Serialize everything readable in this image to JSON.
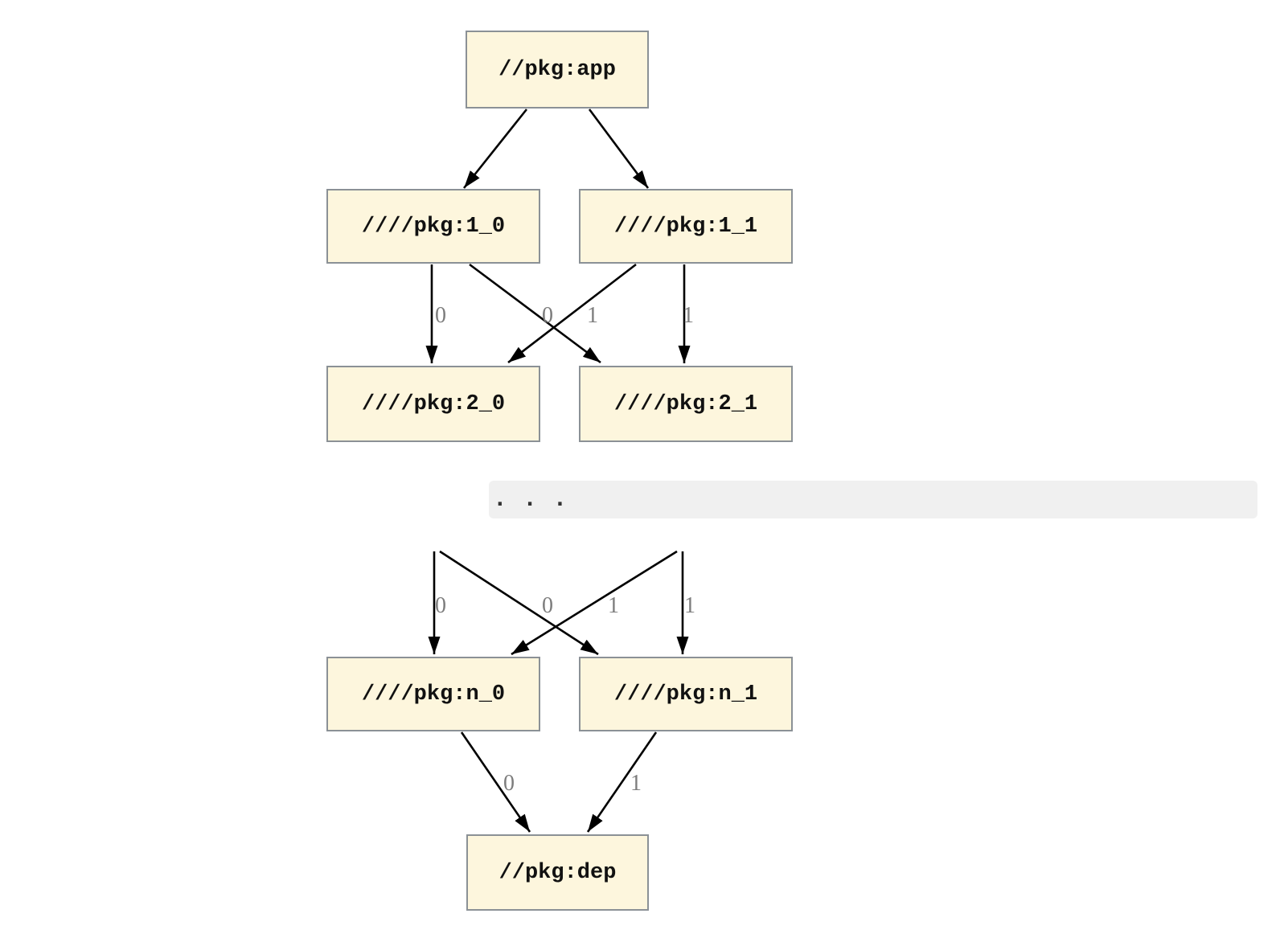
{
  "diagram": {
    "kind": "package-dependency-graph",
    "colors": {
      "background": "#ffffff",
      "node_fill": "#fdf6dd",
      "node_border": "#8b9196",
      "node_text": "#111111",
      "edge": "#000000",
      "edge_label": "#7d7d7d",
      "ellipsis_band_bg": "#f0f0f0",
      "ellipsis_dots": "#333333"
    },
    "nodes": {
      "app": {
        "label": "//pkg:app"
      },
      "l1_0": {
        "label": "////pkg:1_0"
      },
      "l1_1": {
        "label": "////pkg:1_1"
      },
      "l2_0": {
        "label": "////pkg:2_0"
      },
      "l2_1": {
        "label": "////pkg:2_1"
      },
      "ln_0": {
        "label": "////pkg:n_0"
      },
      "ln_1": {
        "label": "////pkg:n_1"
      },
      "dep": {
        "label": "//pkg:dep"
      }
    },
    "ellipsis": {
      "text": ". . ."
    },
    "edges": [
      {
        "from": "//pkg:app",
        "to": "////pkg:1_0",
        "label": ""
      },
      {
        "from": "//pkg:app",
        "to": "////pkg:1_1",
        "label": ""
      },
      {
        "from": "////pkg:1_0",
        "to": "////pkg:2_0",
        "label": "0"
      },
      {
        "from": "////pkg:1_0",
        "to": "////pkg:2_1",
        "label": "1"
      },
      {
        "from": "////pkg:1_1",
        "to": "////pkg:2_0",
        "label": "0"
      },
      {
        "from": "////pkg:1_1",
        "to": "////pkg:2_1",
        "label": "1"
      },
      {
        "from": ". . .",
        "to": "////pkg:n_0",
        "label": "0"
      },
      {
        "from": ". . .",
        "to": "////pkg:n_1",
        "label": "1"
      },
      {
        "from": ". . .",
        "to": "////pkg:n_0",
        "label": "0"
      },
      {
        "from": ". . .",
        "to": "////pkg:n_1",
        "label": "1"
      },
      {
        "from": "////pkg:n_0",
        "to": "//pkg:dep",
        "label": "0"
      },
      {
        "from": "////pkg:n_1",
        "to": "//pkg:dep",
        "label": "1"
      }
    ]
  }
}
